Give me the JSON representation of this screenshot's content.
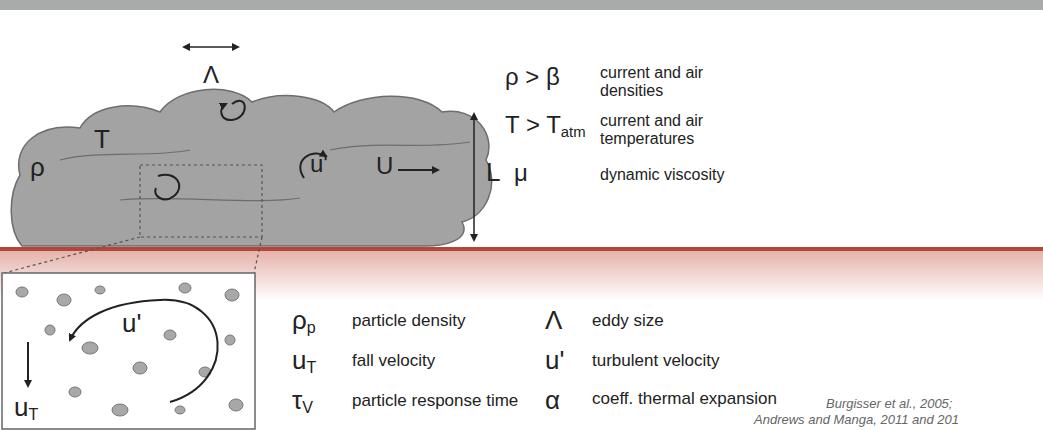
{
  "diagram": {
    "nodes": [
      {
        "text": [
          "ρ",
          "T",
          "u'",
          "U"
        ]
      },
      {
        "text": [
          "u'",
          "uT"
        ]
      }
    ],
    "labels": [
      "Λ",
      "L",
      "ρ > β",
      "current and air densities",
      "T > Tatm",
      "current and air temperatures",
      "μ",
      "dynamic viscosity",
      "ρp",
      "particle density",
      "uT",
      "fall velocity",
      "τV",
      "particle response time",
      "Λ",
      "eddy size",
      "u'",
      "turbulent velocity",
      "α",
      "coeff. thermal expansion",
      "Burgisser et al., 2005;",
      "Andrews and Manga, 2011 and 201"
    ]
  }
}
